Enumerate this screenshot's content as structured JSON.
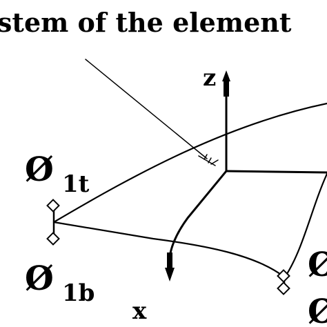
{
  "diagram": {
    "title": "stem of the element",
    "labels": {
      "phi_lt": {
        "symbol": "Ø",
        "subscript": "1t"
      },
      "phi_lb": {
        "symbol": "Ø",
        "subscript": "1b"
      },
      "phi_right_top": {
        "symbol": "Ø"
      },
      "phi_right_bottom": {
        "symbol": "Ø"
      },
      "axis_z": "z",
      "axis_x": "x"
    },
    "colors": {
      "ink": "#000000",
      "background": "#ffffff"
    }
  }
}
